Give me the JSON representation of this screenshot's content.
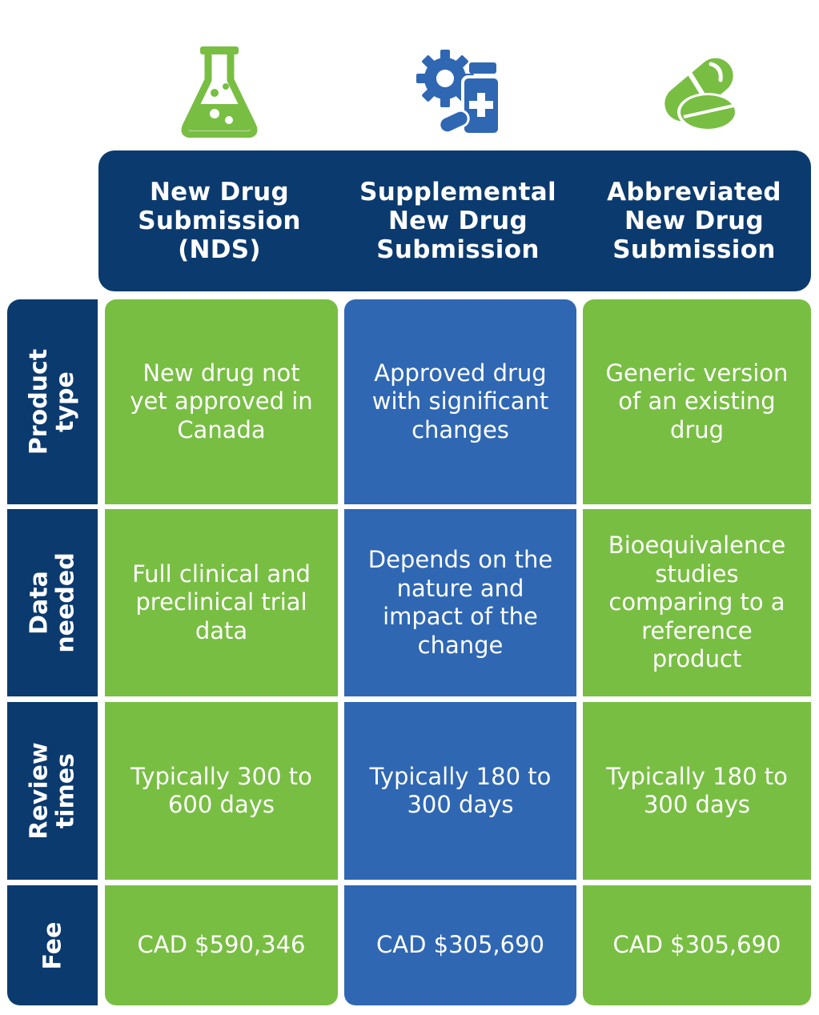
{
  "colors": {
    "navy": "#0b3a6e",
    "green": "#78be43",
    "blue": "#2f67b3",
    "text": "#ffffff"
  },
  "icons": [
    "flask-icon",
    "gear-medicine-bottle-icon",
    "pills-icon"
  ],
  "columns": [
    {
      "title": "New Drug\nSubmission\n(NDS)"
    },
    {
      "title": "Supplemental\nNew Drug\nSubmission"
    },
    {
      "title": "Abbreviated\nNew Drug\nSubmission"
    }
  ],
  "rows": [
    {
      "label": "Product\ntype",
      "cells": [
        "New drug not\nyet approved in\nCanada",
        "Approved drug\nwith significant\nchanges",
        "Generic version\nof an existing\ndrug"
      ]
    },
    {
      "label": "Data\nneeded",
      "cells": [
        "Full clinical and\npreclinical trial\ndata",
        "Depends on the\nnature and\nimpact of the\nchange",
        "Bioequivalence\nstudies\ncomparing to a\nreference\nproduct"
      ]
    },
    {
      "label": "Review\ntimes",
      "cells": [
        "Typically 300 to\n600 days",
        "Typically 180 to\n300 days",
        "Typically 180 to\n300 days"
      ]
    },
    {
      "label": "Fee",
      "cells": [
        "CAD $590,346",
        "CAD $305,690",
        "CAD $305,690"
      ]
    }
  ]
}
